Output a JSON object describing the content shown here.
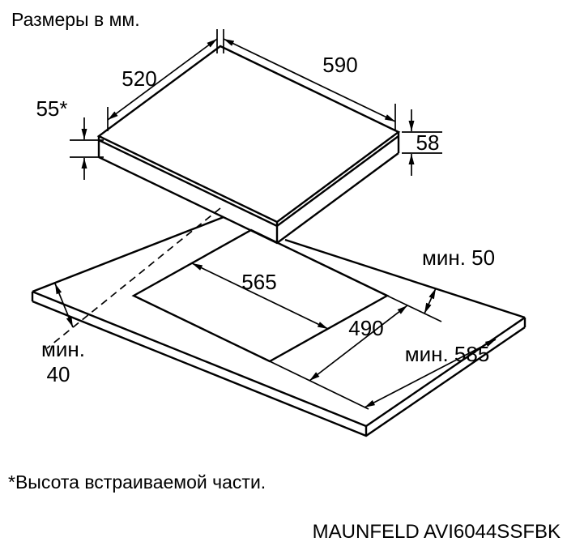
{
  "page": {
    "title": "Размеры в мм.",
    "footnote": "*Высота встраиваемой части.",
    "model": "MAUNFELD AVI6044SSFBK"
  },
  "dimensions": {
    "hob_width": "590",
    "hob_depth": "520",
    "builtin_height": "55*",
    "total_height": "58",
    "cutout_width": "565",
    "cutout_depth": "490",
    "min_rear_clearance": "мин. 50",
    "min_back_word": "мин.",
    "min_back_value": "40",
    "min_worktop_depth": "мин. 585"
  }
}
